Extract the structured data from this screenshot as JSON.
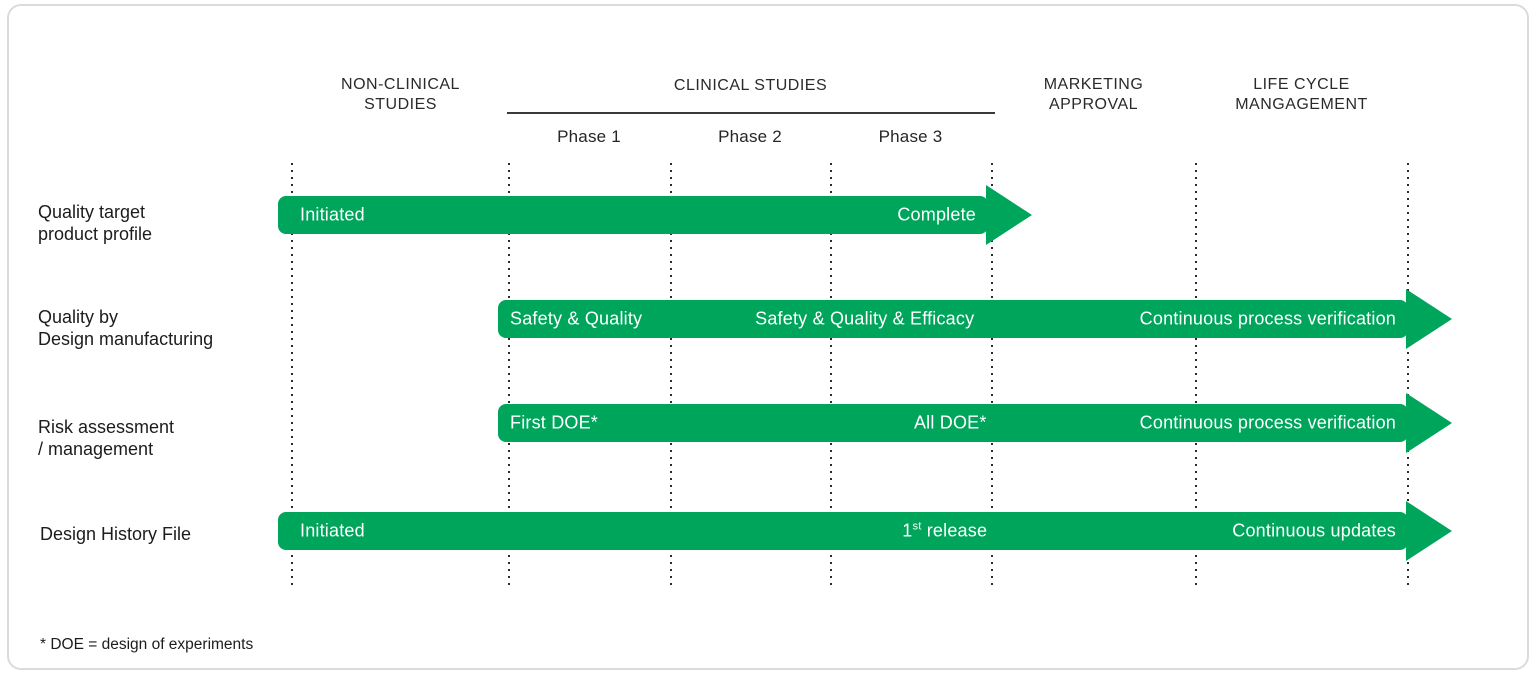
{
  "colors": {
    "arrow_green": "#00A55C",
    "text": "#222222",
    "panel_border": "#DBDBDB",
    "dot": "#2B2B2B"
  },
  "header": {
    "non_clinical": "NON-CLINICAL\nSTUDIES",
    "clinical": "CLINICAL STUDIES",
    "phases": [
      "Phase 1",
      "Phase 2",
      "Phase 3"
    ],
    "marketing": "MARKETING\nAPPROVAL",
    "life_cycle": "LIFE CYCLE\nMANGAGEMENT"
  },
  "rows": [
    {
      "label": "Quality target\nproduct profile",
      "arrow": {
        "start": "Initiated",
        "end": "Complete"
      }
    },
    {
      "label": "Quality by\nDesign manufacturing",
      "arrow": {
        "start": "Safety & Quality",
        "mid": "Safety & Quality & Efficacy",
        "end": "Continuous process verification"
      }
    },
    {
      "label": "Risk assessment\n/ management",
      "arrow": {
        "start": "First DOE*",
        "mid": "All DOE*",
        "end": "Continuous process verification"
      }
    },
    {
      "label": "Design History File",
      "arrow": {
        "start": "Initiated",
        "mid_num": "1",
        "mid_sup": "st",
        "mid_rest": " release",
        "end": "Continuous updates"
      }
    }
  ],
  "footnote": "* DOE = design of experiments"
}
